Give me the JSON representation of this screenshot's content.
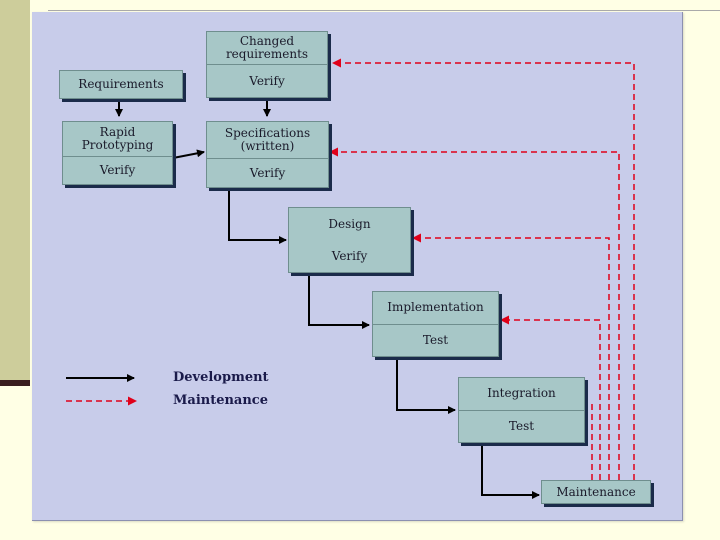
{
  "boxes": {
    "changed_requirements": {
      "top": "Changed\nrequirements",
      "bottom": "Verify"
    },
    "requirements": {
      "label": "Requirements"
    },
    "rapid_prototyping": {
      "top": "Rapid\nPrototyping",
      "bottom": "Verify"
    },
    "specifications": {
      "top": "Specifications\n(written)",
      "bottom": "Verify"
    },
    "design": {
      "top": "Design",
      "bottom": "Verify"
    },
    "implementation": {
      "top": "Implementation",
      "bottom": "Test"
    },
    "integration": {
      "top": "Integration",
      "bottom": "Test"
    },
    "maintenance": {
      "label": "Maintenance"
    }
  },
  "legend": {
    "development": "Development",
    "maintenance": "Maintenance"
  },
  "colors": {
    "panel": "#C8CCEA",
    "box_fill": "#A7C7C7",
    "development_arrow": "#000000",
    "maintenance_arrow": "#E0001A"
  }
}
